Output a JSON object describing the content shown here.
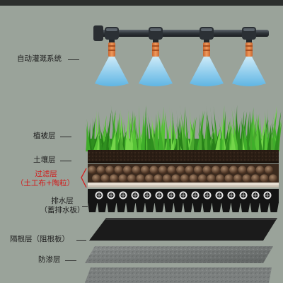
{
  "labels": {
    "irrigation": "自动灌溉系统",
    "vegetation": "植被层",
    "soil": "土壤层",
    "filter_title": "过滤层",
    "filter_sub": "（土工布+陶粒）",
    "drainage_title": "排水层",
    "drainage_sub": "（蓄排水板）",
    "root_barrier": "隔根层（阻根板）",
    "waterproof": "防渗层"
  },
  "colors": {
    "background": "#9aa39a",
    "accent_red": "#d21b1b",
    "pipe": "#3a3f44",
    "nozzle": "#e0834a",
    "spray": "#8fd0f2",
    "grass": "#3fae2a",
    "soil": "#2a1d14",
    "pebble": "#6b4a32",
    "drain_board": "#141414",
    "root_board": "#1b1b1b",
    "concrete": "#777b7a"
  },
  "icons": [
    "sprinkler-nozzle-icon",
    "water-spray-icon"
  ]
}
